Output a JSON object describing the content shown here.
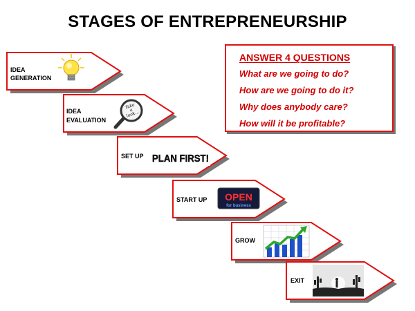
{
  "title": "STAGES OF ENTREPRENEURSHIP",
  "stages": [
    {
      "id": "idea-generation",
      "lines": [
        "IDEA",
        "GENERATION"
      ],
      "icon": "light-bulb-icon"
    },
    {
      "id": "idea-evaluation",
      "lines": [
        "IDEA",
        "EVALUATION"
      ],
      "icon": "magnifying-glass-icon"
    },
    {
      "id": "set-up",
      "lines": [
        "SET UP"
      ],
      "icon": "plan-first-sign"
    },
    {
      "id": "start-up",
      "lines": [
        "START UP"
      ],
      "icon": "open-sign-icon"
    },
    {
      "id": "grow",
      "lines": [
        "GROW"
      ],
      "icon": "growth-chart-icon"
    },
    {
      "id": "exit",
      "lines": [
        "EXIT"
      ],
      "icon": "desert-sunset-icon"
    }
  ],
  "magnifier_text": [
    "Take",
    "a",
    "look..."
  ],
  "plan_first_text": "PLAN FIRST!",
  "open_sign": {
    "main": "OPEN",
    "sub": "for business"
  },
  "questions": {
    "heading": "ANSWER 4 QUESTIONS",
    "items": [
      "What are we going to do?",
      "How are we going to do it?",
      "Why does anybody care?",
      "How will it be profitable?"
    ]
  },
  "colors": {
    "arrow_stroke": "#e01010",
    "question_text": "#d10000",
    "shadow": "#808080"
  }
}
